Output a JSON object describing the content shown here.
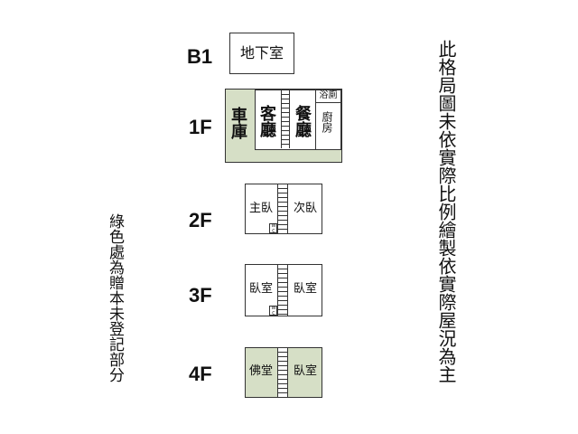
{
  "floors": {
    "b1": {
      "label": "B1",
      "room": "地下室"
    },
    "f1": {
      "label": "1F",
      "garage": "車庫",
      "living": "客廳",
      "dining": "餐廳",
      "bath": "浴廁",
      "kitchen": "廚房"
    },
    "f2": {
      "label": "2F",
      "master": "主臥",
      "second": "次臥",
      "wc": "WC"
    },
    "f3": {
      "label": "3F",
      "left": "臥室",
      "right": "臥室",
      "wc": "WC"
    },
    "f4": {
      "label": "4F",
      "left": "佛堂",
      "right": "臥室"
    }
  },
  "notes": {
    "left": "綠色處為贈本未登記部分",
    "right": "此格局圖未依實際比例繪製依實際屋況為主"
  },
  "colors": {
    "unregistered": "#d6dfc6",
    "line": "#333333"
  }
}
